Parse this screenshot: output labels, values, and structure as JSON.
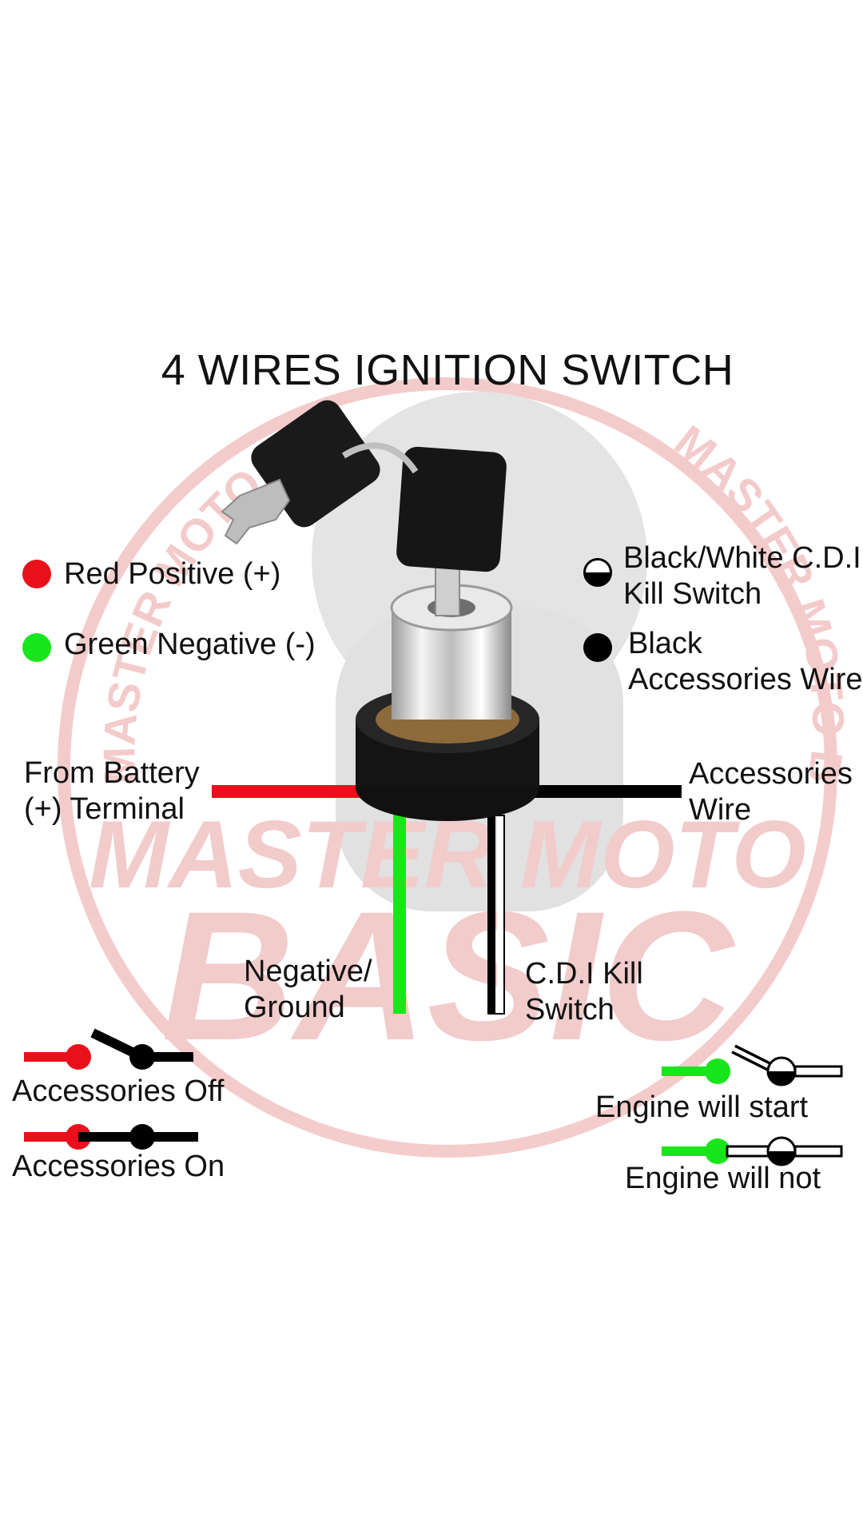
{
  "title": "4 WIRES IGNITION SWITCH",
  "watermark": {
    "line1": "MASTER MOTO",
    "line2": "BASIC",
    "ring_text_left": "MASTER MOTO BASIC",
    "ring_text_right": "MASTER MOTO BASIC"
  },
  "legend": {
    "red": {
      "label": "Red Positive (+)",
      "color": "#e8101a"
    },
    "green": {
      "label": "Green Negative (-)",
      "color": "#18e61c"
    },
    "black_white": {
      "label": "Black/White C.D.I\nKill Switch",
      "colors": [
        "#ffffff",
        "#000000"
      ]
    },
    "black": {
      "label": "Black\nAccessories Wire",
      "color": "#000000"
    }
  },
  "wire_labels": {
    "battery": "From Battery\n(+) Terminal",
    "accessories": "Accessories\nWire",
    "negative": "Negative/\nGround",
    "cdi": "C.D.I Kill\nSwitch"
  },
  "states": {
    "acc_off": "Accessories Off",
    "acc_on": "Accessories On",
    "engine_start": "Engine will start",
    "engine_not": "Engine will not"
  }
}
